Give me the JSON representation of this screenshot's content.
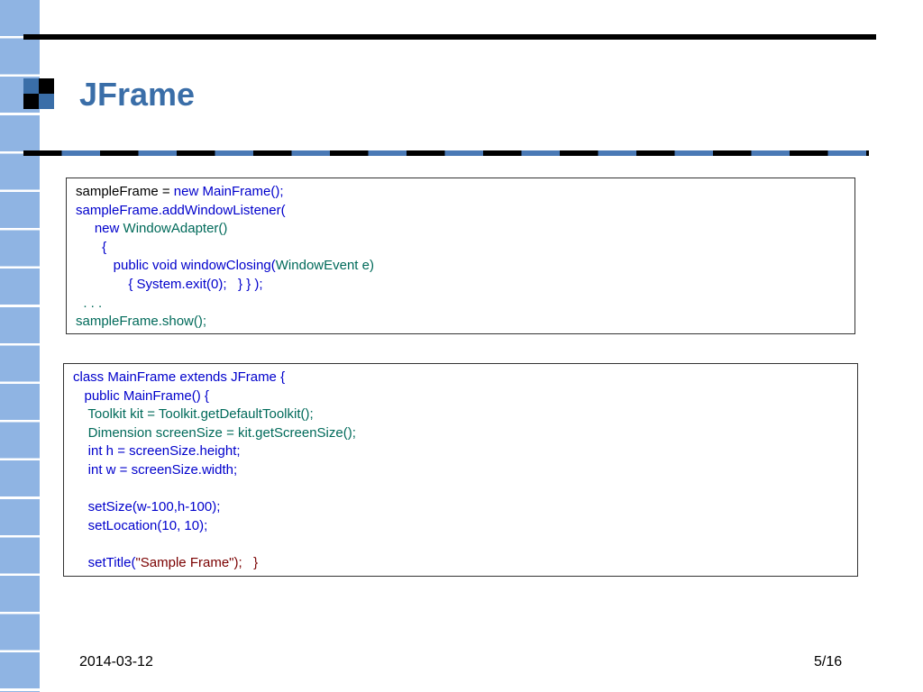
{
  "slide": {
    "title": "JFrame",
    "date": "2014-03-12",
    "page": "5/16"
  },
  "code1": [
    [
      {
        "t": "sampleFrame = ",
        "c": "plain"
      },
      {
        "t": "new MainFrame();",
        "c": "k"
      }
    ],
    [
      {
        "t": "sampleFrame.addWindowListener(",
        "c": "k"
      }
    ],
    [
      {
        "t": "     new ",
        "c": "k"
      },
      {
        "t": "WindowAdapter()",
        "c": "g"
      }
    ],
    [
      {
        "t": "       {",
        "c": "k"
      }
    ],
    [
      {
        "t": "          public void windowClosing(",
        "c": "k"
      },
      {
        "t": "WindowEvent e)",
        "c": "g"
      }
    ],
    [
      {
        "t": "              { System.exit(0);   } } );",
        "c": "k"
      }
    ],
    [
      {
        "t": "  . . .",
        "c": "g"
      }
    ],
    [
      {
        "t": "sampleFrame.show();",
        "c": "g"
      }
    ]
  ],
  "code2": [
    [
      {
        "t": "class MainFrame extends JFrame {",
        "c": "k"
      }
    ],
    [
      {
        "t": "   public MainFrame() {",
        "c": "k"
      }
    ],
    [
      {
        "t": "    Toolkit kit = Toolkit.getDefaultToolkit();",
        "c": "g"
      }
    ],
    [
      {
        "t": "    Dimension screenSize = kit.getScreenSize();",
        "c": "g"
      }
    ],
    [
      {
        "t": "    int h = screenSize.height;",
        "c": "k"
      }
    ],
    [
      {
        "t": "    int w = screenSize.width;",
        "c": "k"
      }
    ],
    [
      {
        "t": "",
        "c": "plain"
      }
    ],
    [
      {
        "t": "    setSize(w-100,h-100);",
        "c": "k"
      }
    ],
    [
      {
        "t": "    setLocation(10, 10);",
        "c": "k"
      }
    ],
    [
      {
        "t": "",
        "c": "plain"
      }
    ],
    [
      {
        "t": "    setTitle(",
        "c": "k"
      },
      {
        "t": "\"Sample Frame\");",
        "c": "r"
      },
      {
        "t": "   }",
        "c": "r"
      }
    ]
  ]
}
